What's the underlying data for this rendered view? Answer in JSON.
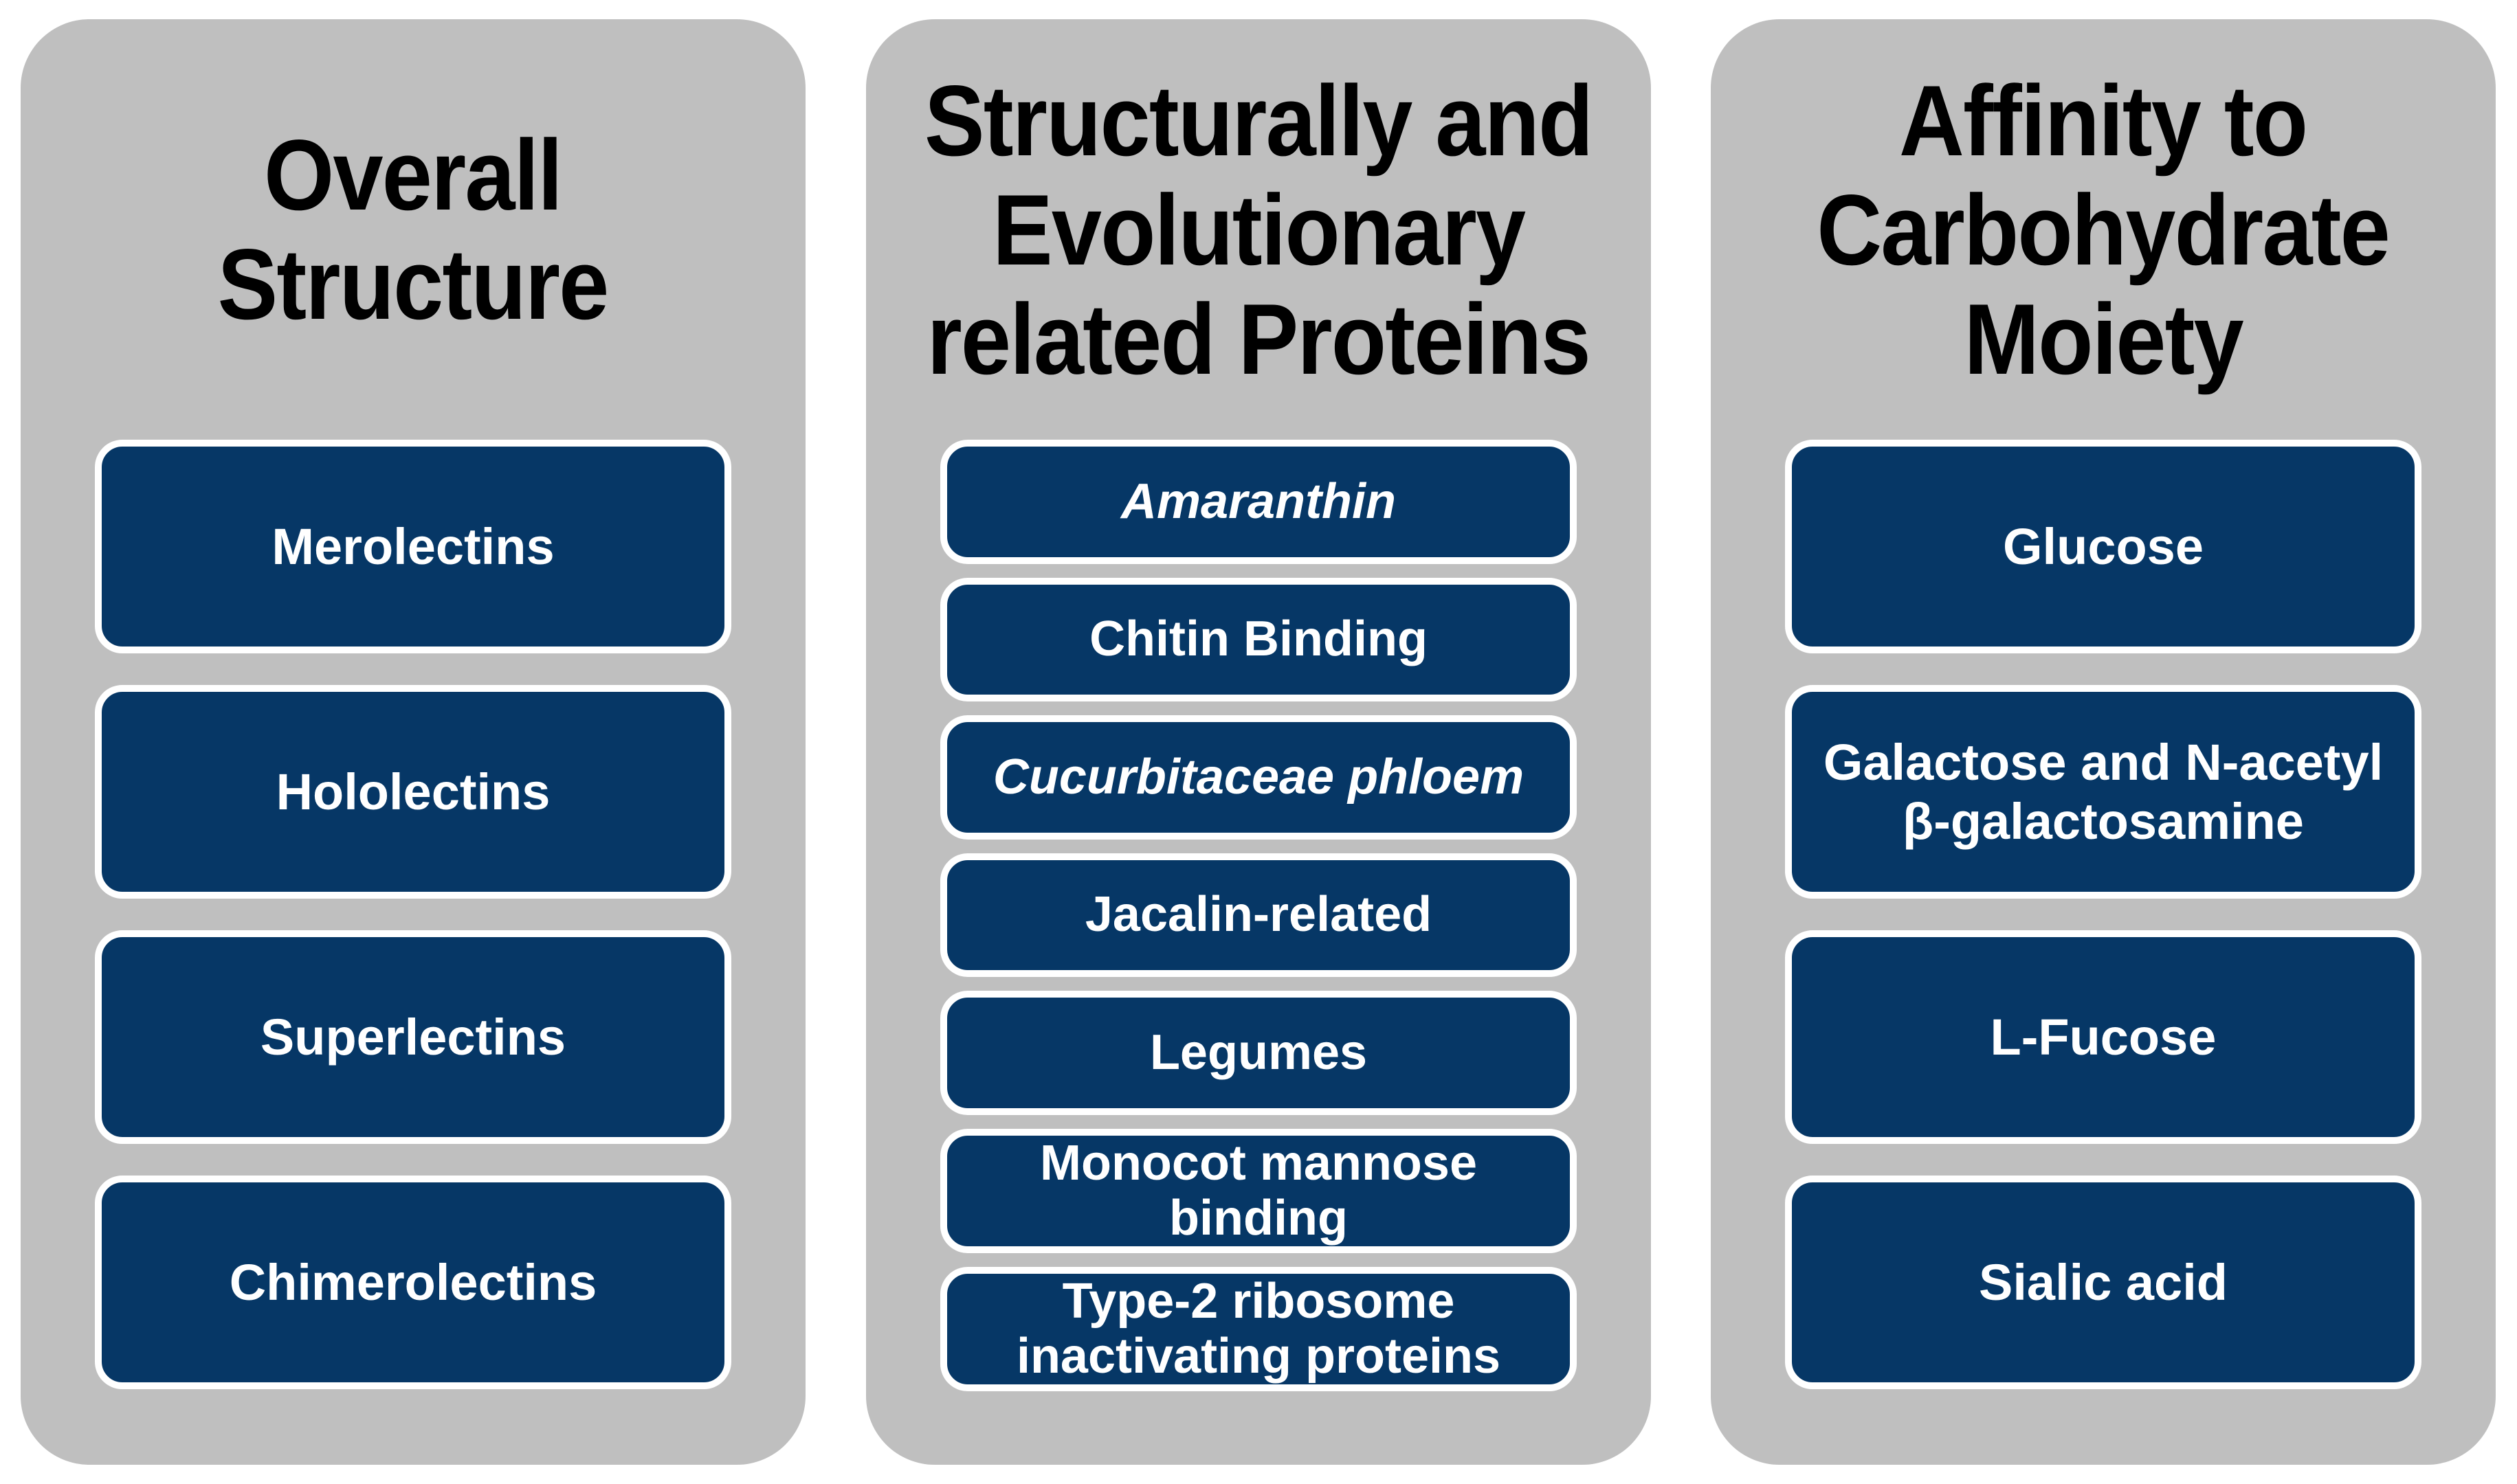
{
  "colors": {
    "page_bg": "#FFFFFF",
    "panel_bg": "#BFBFBF",
    "box_bg": "#063766",
    "box_border": "#FFFFFF",
    "title_text": "#000000",
    "box_text": "#FFFFFF"
  },
  "columns": [
    {
      "title": "Overall Structure",
      "title_lines": [
        "Overall",
        "Structure"
      ],
      "items": [
        {
          "label": "Merolectins",
          "italic": false
        },
        {
          "label": "Hololectins",
          "italic": false
        },
        {
          "label": "Superlectins",
          "italic": false
        },
        {
          "label": "Chimerolectins",
          "italic": false
        }
      ]
    },
    {
      "title": "Structurally and Evolutionary related Proteins",
      "title_lines": [
        "Structurally and",
        "Evolutionary",
        "related Proteins"
      ],
      "items": [
        {
          "label": "Amaranthin",
          "italic": true
        },
        {
          "label": "Chitin Binding",
          "italic": false
        },
        {
          "label": "Cucurbitaceae phloem",
          "italic": true
        },
        {
          "label": "Jacalin-related",
          "italic": false
        },
        {
          "label": "Legumes",
          "italic": false
        },
        {
          "label": "Monocot mannose binding",
          "italic": false
        },
        {
          "label": "Type-2 ribosome inactivating proteins",
          "italic": false
        }
      ]
    },
    {
      "title": "Affinity to Carbohydrate Moiety",
      "title_lines": [
        "Affinity to",
        "Carbohydrate",
        "Moiety"
      ],
      "items": [
        {
          "label": "Glucose",
          "italic": false
        },
        {
          "label": "Galactose and N-acetyl β-galactosamine",
          "italic": false
        },
        {
          "label": "L-Fucose",
          "italic": false
        },
        {
          "label": "Sialic acid",
          "italic": false
        }
      ]
    }
  ]
}
